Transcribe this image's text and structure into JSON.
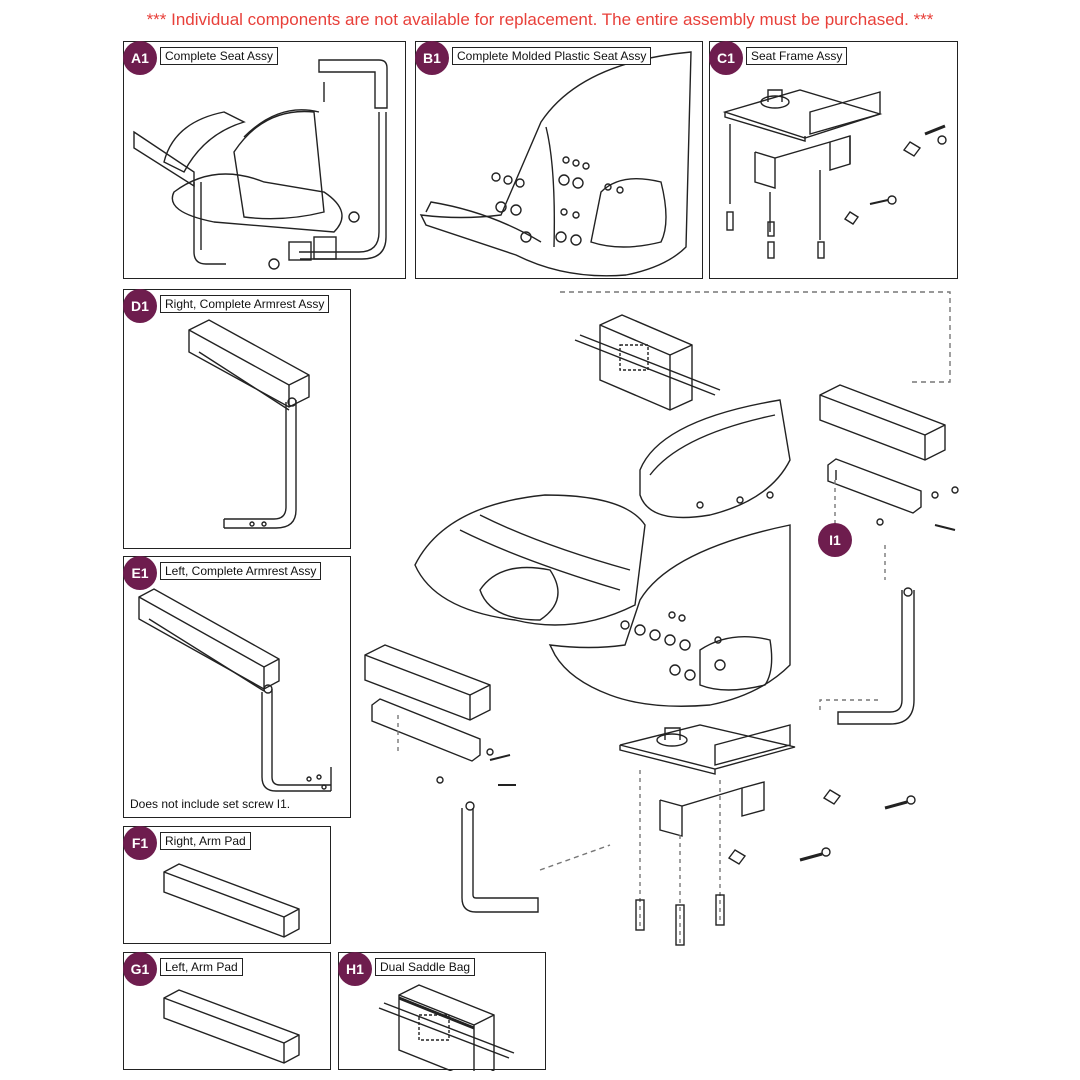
{
  "notice": "*** Individual components are not available for replacement. The entire assembly must be purchased. ***",
  "panels": {
    "a1": {
      "code": "A1",
      "label": "Complete Seat Assy"
    },
    "b1": {
      "code": "B1",
      "label": "Complete Molded Plastic Seat Assy"
    },
    "c1": {
      "code": "C1",
      "label": "Seat Frame Assy"
    },
    "d1": {
      "code": "D1",
      "label": "Right, Complete Armrest Assy"
    },
    "e1": {
      "code": "E1",
      "label": "Left, Complete Armrest Assy",
      "note": "Does not include set screw I1."
    },
    "f1": {
      "code": "F1",
      "label": "Right, Arm Pad"
    },
    "g1": {
      "code": "G1",
      "label": "Left, Arm Pad"
    },
    "h1": {
      "code": "H1",
      "label": "Dual Saddle Bag"
    }
  },
  "callout_i1": "I1",
  "colors": {
    "badge": "#6e1d4e",
    "notice": "#e8403a",
    "line": "#222222"
  }
}
